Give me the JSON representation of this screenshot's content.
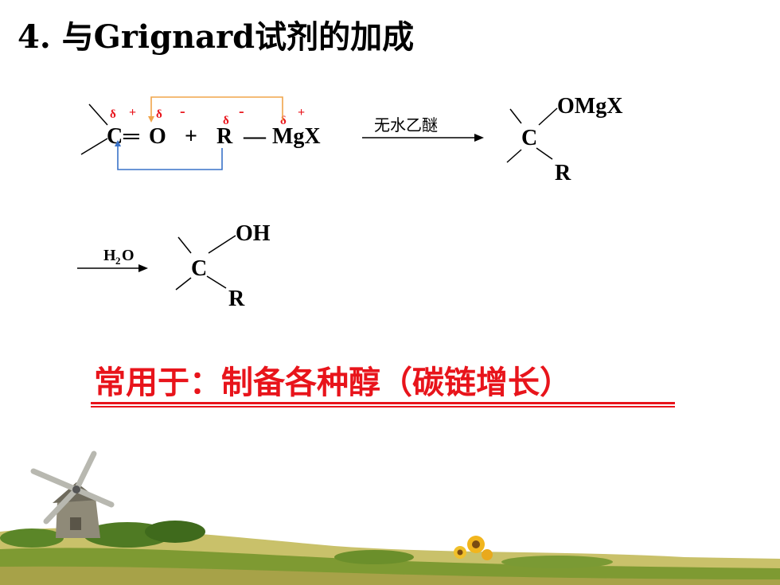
{
  "slide": {
    "title": "4.  与Grignard试剂的加成",
    "summary": "常用于：制备各种醇（碳链增长）"
  },
  "reaction1": {
    "carbon": "C",
    "double_bond": "═",
    "oxygen": "O",
    "plus": "+",
    "r_group": "R",
    "single_bond": "—",
    "mgx": "MgX",
    "charges": {
      "delta": "δ",
      "plus": "+",
      "minus": "-"
    },
    "condition": "无水乙醚",
    "product_c": "C",
    "product_omgx": "OMgX",
    "product_r": "R"
  },
  "reaction2": {
    "reagent_h": "H",
    "reagent_sub": "2",
    "reagent_o": "O",
    "product_c": "C",
    "product_oh": "OH",
    "product_r": "R"
  },
  "colors": {
    "text": "#000000",
    "accent_red": "#e8141b",
    "orange_arrow": "#f0a54a",
    "blue_arrow": "#3a72c8"
  }
}
